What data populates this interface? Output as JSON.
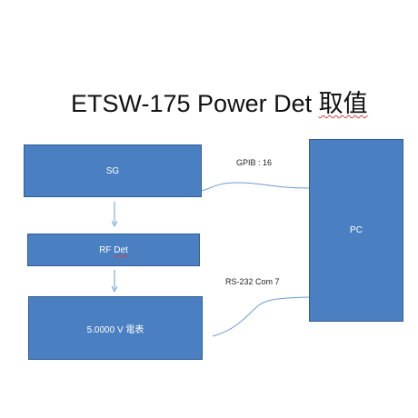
{
  "title": {
    "latin": "ETSW-175 Power Det",
    "cjk": "取值"
  },
  "blocks": {
    "sg": "SG",
    "rf_det_prefix": "RF ",
    "rf_det_suffix": "Det",
    "voltmeter": "5.0000 V 電表",
    "pc": "PC"
  },
  "connections": {
    "gpib": "GPIB : 16",
    "rs232": "RS-232  Com 7"
  },
  "colors": {
    "block_fill": "#4a80c2",
    "block_border": "#2f5d97",
    "wire": "#6a9bd1"
  }
}
